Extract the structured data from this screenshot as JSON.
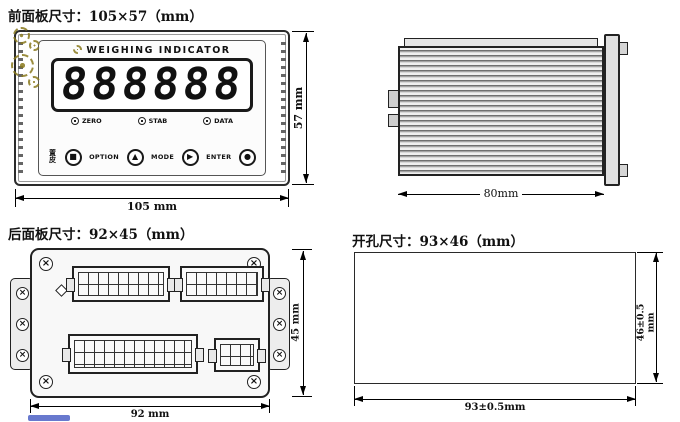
{
  "colors": {
    "gear": "#8a7a1e",
    "lines": "#000000",
    "watermark": "#4d61c6"
  },
  "icons": {
    "screw_cross": "×"
  },
  "front_panel": {
    "title": "前面板尺寸：105×57（mm）",
    "brand": "WEIGHING INDICATOR",
    "display_value": "888888",
    "leds": [
      "ZERO",
      "STAB",
      "DATA"
    ],
    "buttons": [
      {
        "label": "置皮",
        "symbol": "■"
      },
      {
        "label": "OPTION",
        "symbol": "▲"
      },
      {
        "label": "MODE",
        "symbol": "▶"
      },
      {
        "label": "ENTER",
        "symbol": "●"
      }
    ],
    "dim_width": "105 mm",
    "dim_height": "57 mm"
  },
  "side_view": {
    "dim_width": "80mm"
  },
  "rear_panel": {
    "title": "后面板尺寸：92×45（mm）",
    "dim_width": "92 mm",
    "dim_height": "45 mm"
  },
  "cutout": {
    "title": "开孔尺寸：93×46（mm）",
    "dim_width": "93±0.5mm",
    "dim_height": "46±0.5 mm"
  }
}
